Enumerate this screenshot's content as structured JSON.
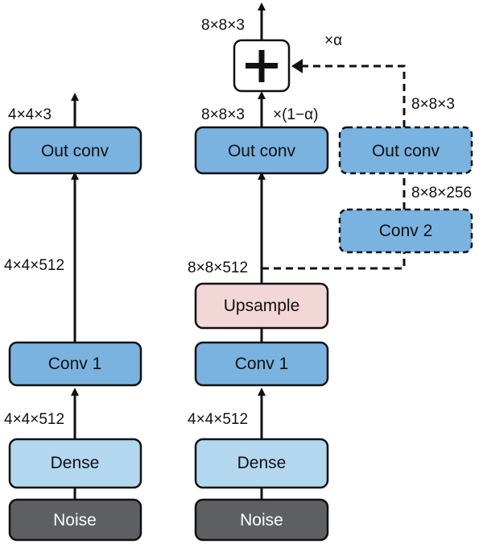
{
  "colors": {
    "conv": "#7ab3e0",
    "dense": "#b3d7ef",
    "noise": "#5e5f63",
    "upsample": "#f3d6d6",
    "plus_bg": "#ffffff",
    "stroke": "#111111",
    "noise_text": "#ffffff",
    "text": "#111111"
  },
  "left_column": {
    "noise": "Noise",
    "dense": "Dense",
    "dense_out": "4×4×512",
    "conv1": "Conv 1",
    "conv1_out": "4×4×512",
    "out_conv": "Out conv",
    "output": "4×4×3"
  },
  "right_column": {
    "noise": "Noise",
    "dense": "Dense",
    "dense_out": "4×4×512",
    "conv1": "Conv 1",
    "upsample": "Upsample",
    "upsample_out": "8×8×512",
    "out_conv": "Out conv",
    "out_conv_out": "8×8×3",
    "weight_main": "×(1−α)",
    "plus_icon": "plus-icon",
    "output": "8×8×3"
  },
  "new_branch": {
    "conv2": "Conv 2",
    "conv2_out": "8×8×256",
    "out_conv": "Out conv",
    "out_conv_out": "8×8×3",
    "weight_new": "×α"
  }
}
